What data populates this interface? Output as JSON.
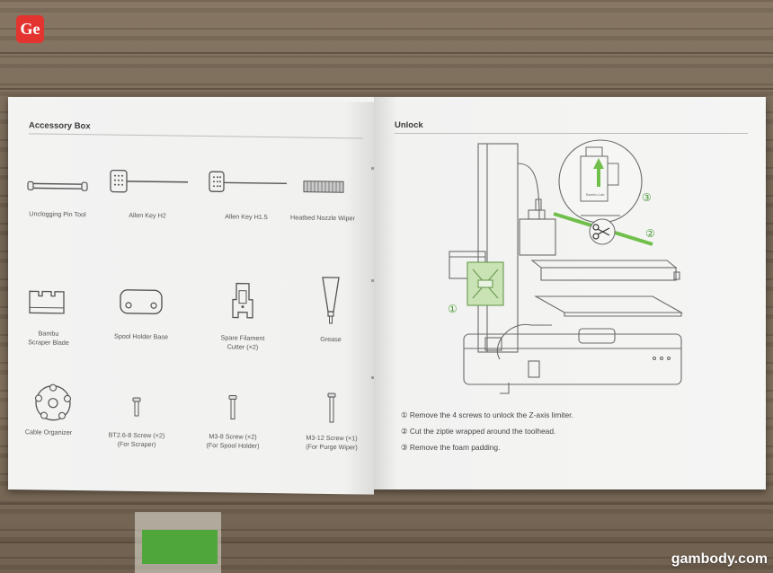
{
  "logo": {
    "text": "Ge"
  },
  "watermark": {
    "text": "gambody.com"
  },
  "left_page": {
    "title": "Accessory Box",
    "items": [
      {
        "label": "Unclogging Pin Tool",
        "icon": "unclogging-pin-icon"
      },
      {
        "label": "Allen Key H2",
        "icon": "allen-key-icon"
      },
      {
        "label": "Allen Key H1.5",
        "icon": "allen-key-icon"
      },
      {
        "label": "Heatbed Nozzle Wiper",
        "icon": "nozzle-wiper-icon"
      },
      {
        "label": "Bambu\nScraper Blade",
        "icon": "scraper-blade-icon"
      },
      {
        "label": "Spool Holder Base",
        "icon": "spool-holder-base-icon"
      },
      {
        "label": "Spare Filament\nCutter (×2)",
        "icon": "filament-cutter-icon"
      },
      {
        "label": "Grease",
        "icon": "grease-tube-icon"
      },
      {
        "label": "Cable Organizer",
        "icon": "cable-organizer-icon"
      },
      {
        "label": "BT2.6-8 Screw (×2)\n(For Scraper)",
        "icon": "screw-icon"
      },
      {
        "label": "M3-8 Screw (×2)\n(For Spool Holder)",
        "icon": "screw-icon"
      },
      {
        "label": "M3-12 Screw (×1)\n(For Purge Wiper)",
        "icon": "screw-icon"
      }
    ]
  },
  "right_page": {
    "title": "Unlock",
    "callouts": [
      "①",
      "②",
      "③"
    ],
    "inset_label": "Bambu Lab",
    "steps": [
      "① Remove the 4 screws to unlock the Z-axis limiter.",
      "② Cut the ziptie wrapped around the toolhead.",
      "③ Remove the foam padding."
    ],
    "accent_color": "#6fbf4a"
  }
}
